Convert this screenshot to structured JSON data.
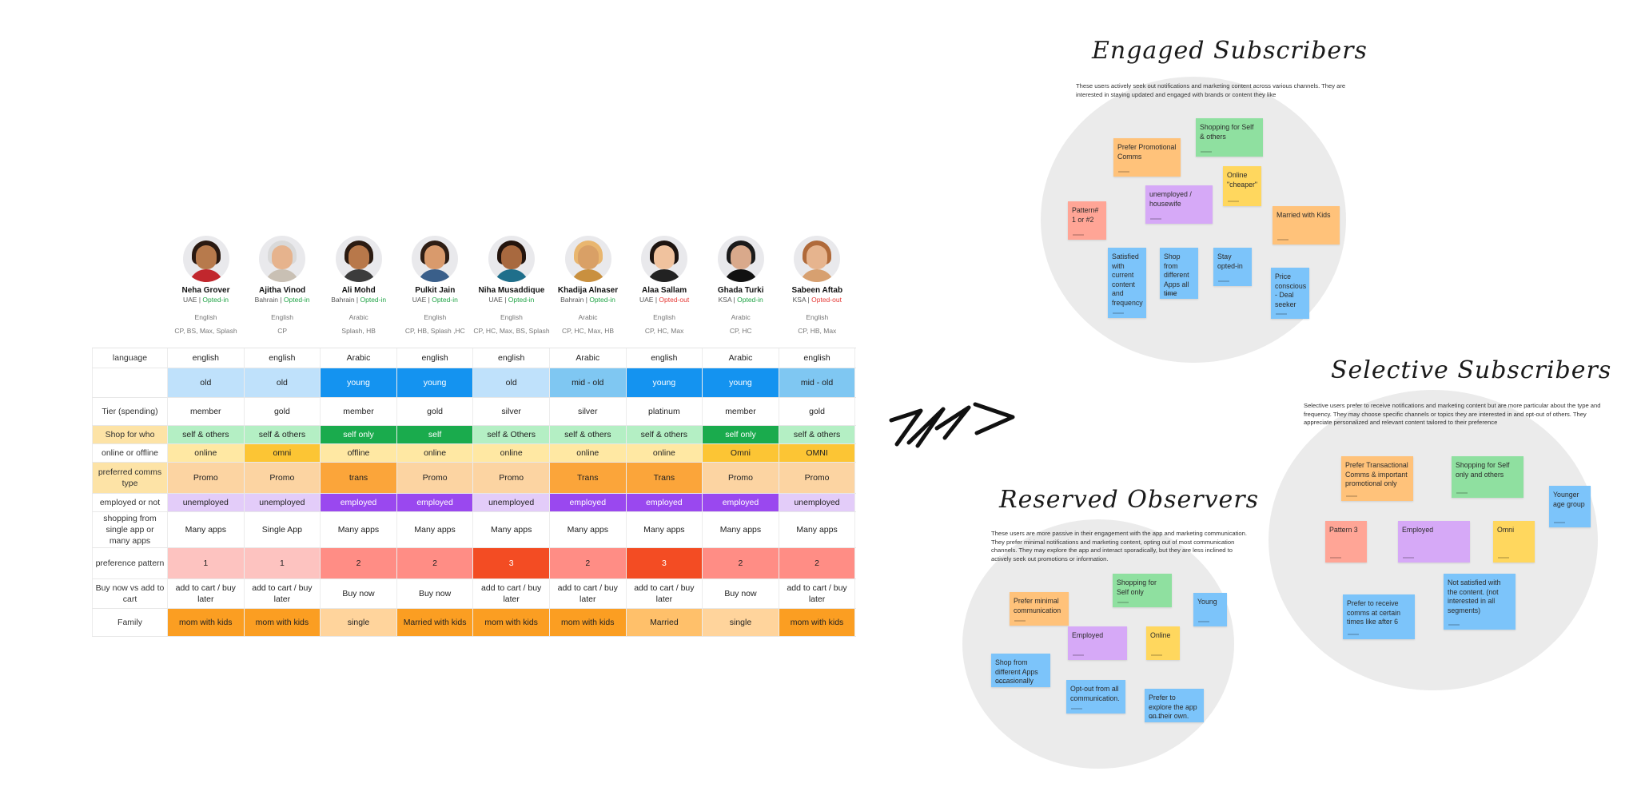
{
  "personas": [
    {
      "name": "Neha Grover",
      "country": "UAE",
      "status": "Opted-in",
      "opted": "in",
      "language": "English",
      "apps": "CP, BS, Max, Splash"
    },
    {
      "name": "Ajitha Vinod",
      "country": "Bahrain",
      "status": "Opted-in",
      "opted": "in",
      "language": "English",
      "apps": "CP"
    },
    {
      "name": "Ali Mohd",
      "country": "Bahrain",
      "status": "Opted-in",
      "opted": "in",
      "language": "Arabic",
      "apps": "Splash, HB"
    },
    {
      "name": "Pulkit Jain",
      "country": "UAE",
      "status": "Opted-in",
      "opted": "in",
      "language": "English",
      "apps": "CP, HB, Splash ,HC"
    },
    {
      "name": "Niha Musaddique",
      "country": "UAE",
      "status": "Opted-in",
      "opted": "in",
      "language": "English",
      "apps": "CP, HC, Max, BS, Splash"
    },
    {
      "name": "Khadija Alnaser",
      "country": "Bahrain",
      "status": "Opted-in",
      "opted": "in",
      "language": "Arabic",
      "apps": "CP, HC, Max, HB"
    },
    {
      "name": "Alaa Sallam",
      "country": "UAE",
      "status": "Opted-out",
      "opted": "out",
      "language": "English",
      "apps": "CP, HC, Max"
    },
    {
      "name": "Ghada Turki",
      "country": "KSA",
      "status": "Opted-in",
      "opted": "in",
      "language": "Arabic",
      "apps": "CP, HC"
    },
    {
      "name": "Sabeen Aftab",
      "country": "KSA",
      "status": "Opted-out",
      "opted": "out",
      "language": "English",
      "apps": "CP, HB, Max"
    }
  ],
  "rows": [
    {
      "label": "language",
      "label_bg": "#ffffff",
      "cells": [
        "english",
        "english",
        "Arabic",
        "english",
        "english",
        "Arabic",
        "english",
        "Arabic",
        "english"
      ],
      "colors": [
        "#ffffff",
        "#ffffff",
        "#ffffff",
        "#ffffff",
        "#ffffff",
        "#ffffff",
        "#ffffff",
        "#ffffff",
        "#ffffff"
      ],
      "text_colors": [
        "#222",
        "#222",
        "#222",
        "#222",
        "#222",
        "#222",
        "#222",
        "#222",
        "#222"
      ]
    },
    {
      "label": "",
      "label_bg": "#ffffff",
      "cells": [
        "old",
        "old",
        "young",
        "young",
        "old",
        "mid - old",
        "young",
        "young",
        "mid - old"
      ],
      "colors": [
        "#bfe1fb",
        "#bfe1fb",
        "#1493f0",
        "#1493f0",
        "#bfe1fb",
        "#7fc7f2",
        "#1493f0",
        "#1493f0",
        "#7fc7f2"
      ],
      "text_colors": [
        "#222",
        "#222",
        "#ffffff",
        "#ffffff",
        "#222",
        "#222",
        "#ffffff",
        "#ffffff",
        "#222"
      ]
    },
    {
      "label": "Tier (spending)",
      "label_bg": "#ffffff",
      "cells": [
        "member",
        "gold",
        "member",
        "gold",
        "silver",
        "silver",
        "platinum",
        "member",
        "gold"
      ],
      "colors": [
        "#ffffff",
        "#ffffff",
        "#ffffff",
        "#ffffff",
        "#ffffff",
        "#ffffff",
        "#ffffff",
        "#ffffff",
        "#ffffff"
      ],
      "text_colors": [
        "#222",
        "#222",
        "#222",
        "#222",
        "#222",
        "#222",
        "#222",
        "#222",
        "#222"
      ]
    },
    {
      "label": "Shop for who",
      "label_bg": "#fde3a6",
      "cells": [
        "self & others",
        "self & others",
        "self only",
        "self",
        "self & Others",
        "self & others",
        "self & others",
        "self only",
        "self & others"
      ],
      "colors": [
        "#b4efc4",
        "#b4efc4",
        "#1aab4d",
        "#1aab4d",
        "#b4efc4",
        "#b4efc4",
        "#b4efc4",
        "#1aab4d",
        "#b4efc4"
      ],
      "text_colors": [
        "#222",
        "#222",
        "#ffffff",
        "#ffffff",
        "#222",
        "#222",
        "#222",
        "#ffffff",
        "#222"
      ]
    },
    {
      "label": "online or offline",
      "label_bg": "#ffffff",
      "cells": [
        "online",
        "omni",
        "offline",
        "online",
        "online",
        "online",
        "online",
        "Omni",
        "OMNI"
      ],
      "colors": [
        "#ffe8a3",
        "#fcc534",
        "#ffe8a3",
        "#ffe8a3",
        "#ffe8a3",
        "#ffe8a3",
        "#ffe8a3",
        "#fcc534",
        "#fcc534"
      ],
      "text_colors": [
        "#222",
        "#222",
        "#222",
        "#222",
        "#222",
        "#222",
        "#222",
        "#222",
        "#222"
      ]
    },
    {
      "label": "preferred comms type",
      "label_bg": "#fde3a6",
      "cells": [
        "Promo",
        "Promo",
        "trans",
        "Promo",
        "Promo",
        "Trans",
        "Trans",
        "Promo",
        "Promo"
      ],
      "colors": [
        "#fcd4a2",
        "#fcd4a2",
        "#fba53a",
        "#fcd4a2",
        "#fcd4a2",
        "#fba53a",
        "#fba53a",
        "#fcd4a2",
        "#fcd4a2"
      ],
      "text_colors": [
        "#222",
        "#222",
        "#222",
        "#222",
        "#222",
        "#222",
        "#222",
        "#222",
        "#222"
      ]
    },
    {
      "label": "employed or not",
      "label_bg": "#ffffff",
      "cells": [
        "unemployed",
        "unemployed",
        "employed",
        "employed",
        "unemployed",
        "employed",
        "employed",
        "employed",
        "unemployed"
      ],
      "colors": [
        "#e3ccf9",
        "#e3ccf9",
        "#9a48ef",
        "#9a48ef",
        "#e3ccf9",
        "#9a48ef",
        "#9a48ef",
        "#9a48ef",
        "#e3ccf9"
      ],
      "text_colors": [
        "#222",
        "#222",
        "#ffffff",
        "#ffffff",
        "#222",
        "#ffffff",
        "#ffffff",
        "#ffffff",
        "#222"
      ]
    },
    {
      "label": "shopping from single app or many apps",
      "label_bg": "#ffffff",
      "cells": [
        "Many apps",
        "Single App",
        "Many apps",
        "Many apps",
        "Many apps",
        "Many apps",
        "Many apps",
        "Many apps",
        "Many apps"
      ],
      "colors": [
        "#ffffff",
        "#ffffff",
        "#ffffff",
        "#ffffff",
        "#ffffff",
        "#ffffff",
        "#ffffff",
        "#ffffff",
        "#ffffff"
      ],
      "text_colors": [
        "#222",
        "#222",
        "#222",
        "#222",
        "#222",
        "#222",
        "#222",
        "#222",
        "#222"
      ]
    },
    {
      "label": "preference pattern",
      "label_bg": "#ffffff",
      "cells": [
        "1",
        "1",
        "2",
        "2",
        "3",
        "2",
        "3",
        "2",
        "2"
      ],
      "colors": [
        "#fdc3c0",
        "#fdc3c0",
        "#ff8d85",
        "#ff8d85",
        "#f34c23",
        "#ff8d85",
        "#f34c23",
        "#ff8d85",
        "#ff8d85"
      ],
      "text_colors": [
        "#222",
        "#222",
        "#222",
        "#222",
        "#ffffff",
        "#222",
        "#ffffff",
        "#222",
        "#222"
      ]
    },
    {
      "label": "Buy now vs add to cart",
      "label_bg": "#ffffff",
      "cells": [
        "add to cart / buy later",
        "add to cart / buy later",
        "Buy now",
        "Buy now",
        "add to cart / buy later",
        "add to cart / buy later",
        "add to cart / buy later",
        "Buy now",
        "add to cart / buy later"
      ],
      "colors": [
        "#ffffff",
        "#ffffff",
        "#ffffff",
        "#ffffff",
        "#ffffff",
        "#ffffff",
        "#ffffff",
        "#ffffff",
        "#ffffff"
      ],
      "text_colors": [
        "#222",
        "#222",
        "#222",
        "#222",
        "#222",
        "#222",
        "#222",
        "#222",
        "#222"
      ]
    },
    {
      "label": "Family",
      "label_bg": "#ffffff",
      "cells": [
        "mom with kids",
        "mom with kids",
        "single",
        "Married with kids",
        "mom with kids",
        "mom with kids",
        "Married",
        "single",
        "mom with kids"
      ],
      "colors": [
        "#fb9e22",
        "#fb9e22",
        "#ffd49c",
        "#fb9e22",
        "#fb9e22",
        "#fb9e22",
        "#ffc06a",
        "#ffd49c",
        "#fb9e22"
      ],
      "text_colors": [
        "#222",
        "#222",
        "#222",
        "#222",
        "#222",
        "#222",
        "#222",
        "#222",
        "#222"
      ]
    }
  ],
  "clusters": {
    "engaged": {
      "title": "Engaged Subscribers",
      "description": "These users actively seek out notifications and marketing content across various channels. They are interested in staying updated and engaged with brands or content they like",
      "notes": [
        "Shopping for Self & others",
        "Prefer Promotional Comms",
        "Online \"cheaper\"",
        "Pattern# 1 or #2",
        "unemployed / housewife",
        "Married with Kids",
        "Satisfied with current content and frequency",
        "Shop from different Apps all time",
        "Stay opted-in",
        "Price conscious - Deal seeker"
      ]
    },
    "selective": {
      "title": "Selective Subscribers",
      "description": "Selective users prefer to receive notifications and marketing content but are more particular about the type and frequency. They may choose specific channels or topics they are interested in and opt-out of others. They appreciate personalized and relevant content tailored to their preference",
      "notes": [
        "Prefer Transactional Comms & important promotional only",
        "Shopping for Self only and others",
        "Younger age group",
        "Pattern 3",
        "Employed",
        "Omni",
        "Prefer to receive comms at certain times like  after 6",
        "Not satisfied  with the content. (not interested in all segments)"
      ]
    },
    "reserved": {
      "title": "Reserved Observers",
      "description": "These users are more passive in their engagement with the app and marketing communication. They prefer minimal notifications and marketing content, opting out of most communication channels. They may explore the app and interact sporadically, but they are less inclined to actively seek out promotions or information.",
      "notes": [
        "Shopping for Self only",
        "Prefer minimal communication",
        "Young",
        "Employed",
        "Online",
        "Shop from different Apps occasionally",
        "Opt-out from all communication.",
        "Prefer to explore the app on their own."
      ]
    }
  }
}
